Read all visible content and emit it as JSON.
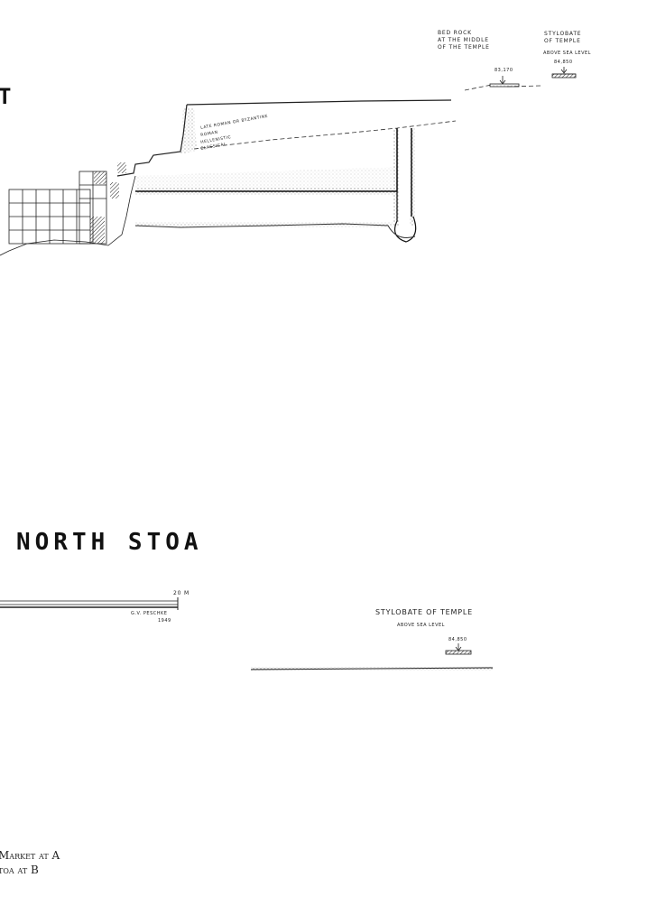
{
  "top_section": {
    "title_fragment": "T",
    "bed_rock_label": "BED ROCK\nAT THE MIDDLE\nOF THE TEMPLE",
    "bed_rock_elevation": "83,170",
    "stylobate_label": "STYLOBATE\nOF TEMPLE",
    "stylobate_sub": "ABOVE SEA LEVEL",
    "stylobate_elevation": "84,850",
    "strata": [
      "LATE ROMAN OR BYZANTINE",
      "ROMAN",
      "HELLENISTIC",
      "CLASSICAL"
    ]
  },
  "bottom_section": {
    "title": "NORTH STOA",
    "scale_label": "20 M",
    "author": "G.V. PESCHKE",
    "year": "1949",
    "stylobate_label": "STYLOBATE OF TEMPLE",
    "stylobate_sub": "ABOVE SEA LEVEL",
    "stylobate_elevation": "84,850"
  },
  "caption": {
    "line1": "Market at A",
    "line2": "toa at B"
  }
}
